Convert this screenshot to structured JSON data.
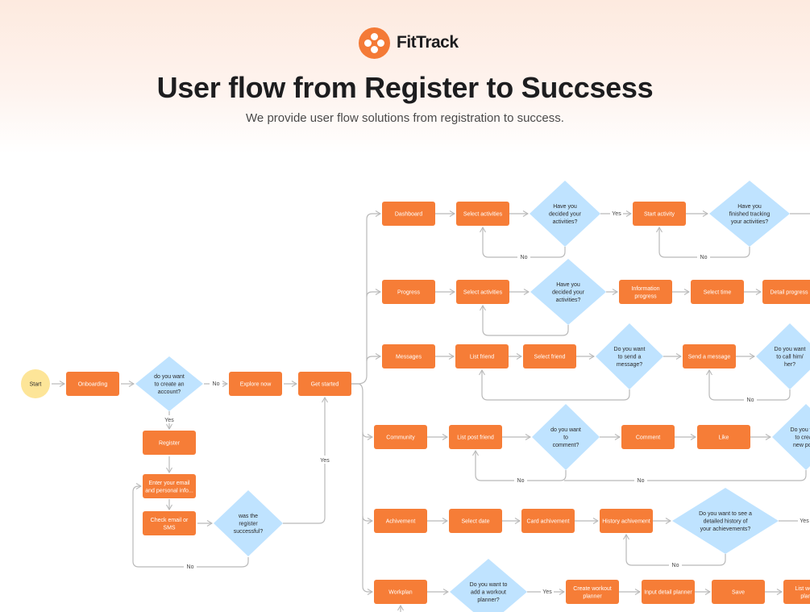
{
  "brand": {
    "name": "FitTrack",
    "accent": "#f67d37",
    "decision_color": "#bfe3ff",
    "start_color": "#fde598"
  },
  "header": {
    "title": "User flow from Register  to Succsess",
    "subtitle": "We provide user flow solutions from registration to success."
  },
  "edge_labels": {
    "yes": "Yes",
    "no": "No"
  },
  "flow": {
    "start": "Start",
    "onboarding": "Onboarding",
    "q_create_account": [
      "do you want",
      "to create an",
      "account?"
    ],
    "explore_now": "Explore now",
    "get_started": "Get started",
    "register": "Register",
    "enter_info": [
      "Enter your email",
      "and personal info..."
    ],
    "check_email": [
      "Check email or",
      "SMS"
    ],
    "q_register_success": [
      "was the",
      "register",
      "successful?"
    ],
    "dashboard_row": {
      "dashboard": "Dashboard",
      "select_activities": "Select activities",
      "q_decided": [
        "Have you",
        "decided your",
        "activities?"
      ],
      "start_activity": "Start activity",
      "q_finished": [
        "Have you",
        "finished tracking",
        "your activities?"
      ]
    },
    "progress_row": {
      "progress": "Progress",
      "select_activities": "Select activities",
      "q_decided": [
        "Have you",
        "decided your",
        "activities?"
      ],
      "information_progress": [
        "Information",
        "progress"
      ],
      "select_time": "Select time",
      "detail_progress": "Detail progress"
    },
    "messages_row": {
      "messages": "Messages",
      "list_friend": "List friend",
      "select_friend": "Select friend",
      "q_send_message": [
        "Do you want",
        "to send a",
        "message?"
      ],
      "send_message": "Send a message",
      "q_call": [
        "Do you want",
        "to call him/",
        "her?"
      ]
    },
    "community_row": {
      "community": "Community",
      "list_post_friend": "List post friend",
      "q_comment": [
        "do you want",
        "to",
        "comment?"
      ],
      "comment": "Comment",
      "like": "Like",
      "q_create_post": [
        "Do you want",
        "to create",
        "new post?"
      ]
    },
    "achievement_row": {
      "achivement": "Achivement",
      "select_date": "Select date",
      "card_achivement": "Card achivement",
      "history_achivement": "History achivement",
      "q_detailed_history": [
        "Do you want to see a",
        "detailed history of",
        "your achievements?"
      ]
    },
    "workplan_row": {
      "workplan": "Workplan",
      "q_add_planner": [
        "Do you want to",
        "add a workout",
        "planner?"
      ],
      "create_planner": [
        "Create workout",
        "planner"
      ],
      "input_detail": "Input detail planner",
      "save": "Save",
      "list_planner": [
        "List workout",
        "planner"
      ]
    }
  }
}
